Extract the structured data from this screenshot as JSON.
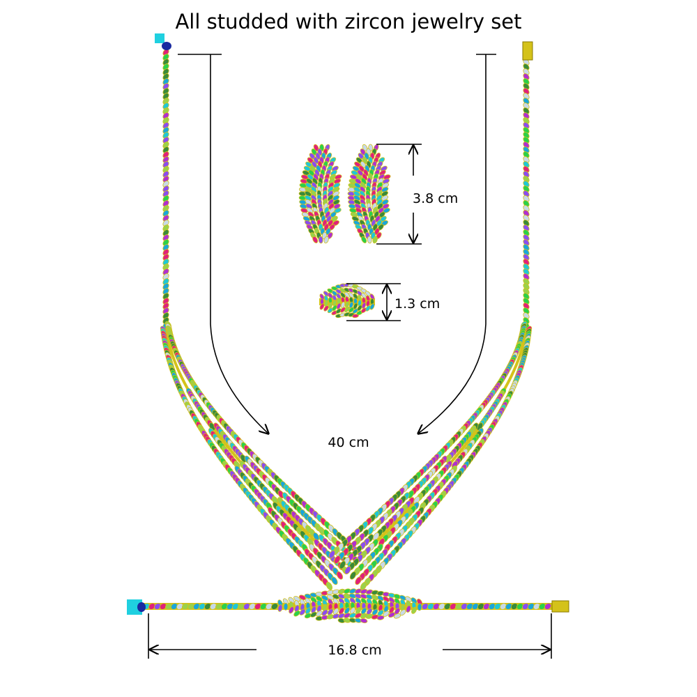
{
  "title": "All studded with zircon jewelry set",
  "dimensions": {
    "necklace_length": "40 cm",
    "earring_height": "3.8 cm",
    "ring_height": "1.3 cm",
    "bracelet_length": "16.8 cm"
  },
  "colors": {
    "gold": "#d4c21a",
    "gems": [
      "#e0217a",
      "#1fc7d6",
      "#2bd04a",
      "#8a4cf0",
      "#c7d9e8",
      "#b02fd0",
      "#3a8a3a",
      "#19a6d9",
      "#9bd14a"
    ],
    "clasp": "#1fd0e0",
    "clasp_stone": "#1a2aa0"
  }
}
